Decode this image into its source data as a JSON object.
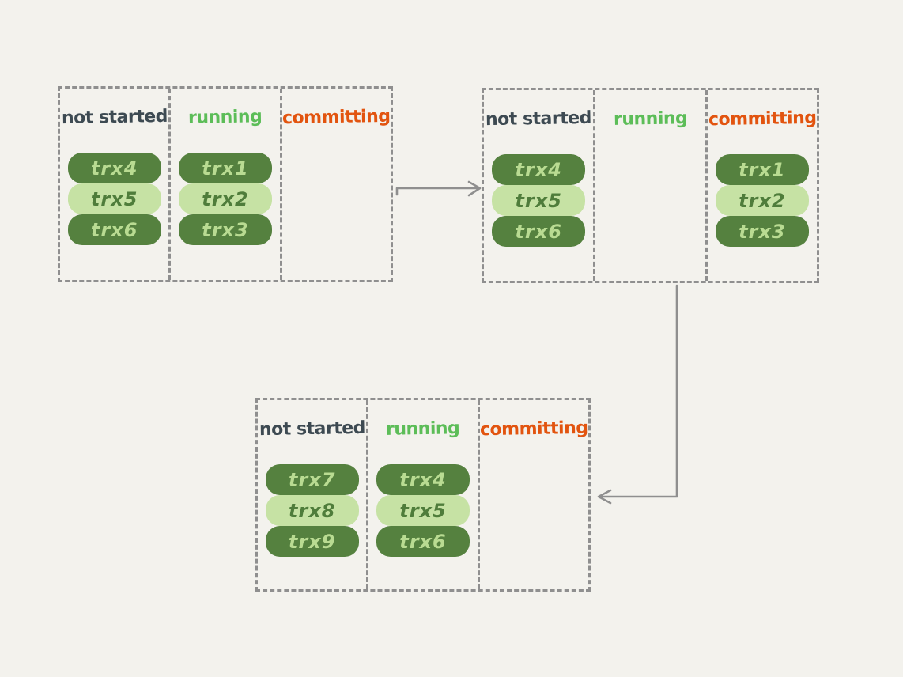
{
  "colors": {
    "background": "#f3f2ed",
    "border": "#8f8f8f",
    "arrow": "#8f8f8f",
    "label_not_started": "#3d4a52",
    "label_running": "#5cbd58",
    "label_committing": "#e2540f",
    "pill_dark": "#55813f",
    "pill_dark_text": "#b9db92",
    "pill_light": "#c6e2a4",
    "pill_light_text": "#4f7d3b"
  },
  "groups": [
    {
      "name": "transaction-state-step-1",
      "columns": [
        {
          "label": "not started",
          "pills": [
            {
              "text": "trx4",
              "variant": "dark"
            },
            {
              "text": "trx5",
              "variant": "light"
            },
            {
              "text": "trx6",
              "variant": "dark"
            }
          ]
        },
        {
          "label": "running",
          "pills": [
            {
              "text": "trx1",
              "variant": "dark"
            },
            {
              "text": "trx2",
              "variant": "light"
            },
            {
              "text": "trx3",
              "variant": "dark"
            }
          ]
        },
        {
          "label": "committing",
          "pills": []
        }
      ]
    },
    {
      "name": "transaction-state-step-2",
      "columns": [
        {
          "label": "not started",
          "pills": [
            {
              "text": "trx4",
              "variant": "dark"
            },
            {
              "text": "trx5",
              "variant": "light"
            },
            {
              "text": "trx6",
              "variant": "dark"
            }
          ]
        },
        {
          "label": "running",
          "pills": []
        },
        {
          "label": "committing",
          "pills": [
            {
              "text": "trx1",
              "variant": "dark"
            },
            {
              "text": "trx2",
              "variant": "light"
            },
            {
              "text": "trx3",
              "variant": "dark"
            }
          ]
        }
      ]
    },
    {
      "name": "transaction-state-step-3",
      "columns": [
        {
          "label": "not started",
          "pills": [
            {
              "text": "trx7",
              "variant": "dark"
            },
            {
              "text": "trx8",
              "variant": "light"
            },
            {
              "text": "trx9",
              "variant": "dark"
            }
          ]
        },
        {
          "label": "running",
          "pills": [
            {
              "text": "trx4",
              "variant": "dark"
            },
            {
              "text": "trx5",
              "variant": "light"
            },
            {
              "text": "trx6",
              "variant": "dark"
            }
          ]
        },
        {
          "label": "committing",
          "pills": []
        }
      ]
    }
  ],
  "arrows": [
    {
      "name": "arrow-step1-to-step2",
      "direction": "right"
    },
    {
      "name": "arrow-step2-to-step3",
      "direction": "down-then-left"
    }
  ]
}
